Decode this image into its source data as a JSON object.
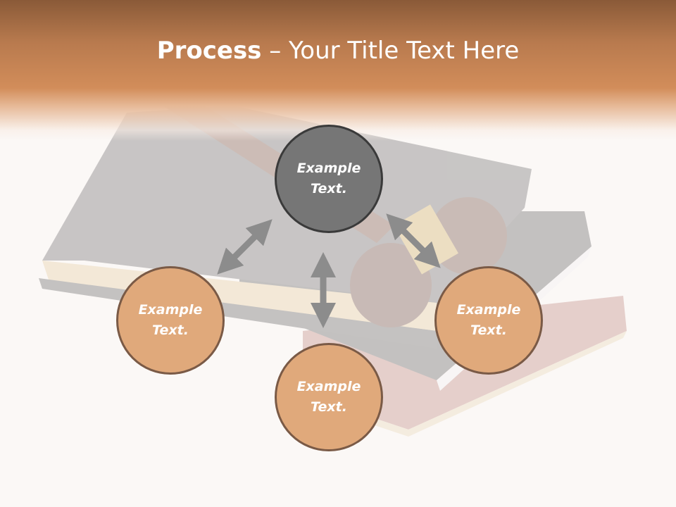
{
  "slide": {
    "title_bold": "Process",
    "title_rest": " – Your Title Text Here"
  },
  "diagram": {
    "nodes": [
      {
        "id": "top",
        "line1": "Example",
        "line2": "Text."
      },
      {
        "id": "left",
        "line1": "Example",
        "line2": "Text."
      },
      {
        "id": "bottom",
        "line1": "Example",
        "line2": "Text."
      },
      {
        "id": "right",
        "line1": "Example",
        "line2": "Text."
      }
    ],
    "colors": {
      "top_fill": "#767676",
      "peach_fill": "#e0a97b",
      "arrow": "#8c8c8c",
      "title_band": "#c9854f"
    }
  }
}
